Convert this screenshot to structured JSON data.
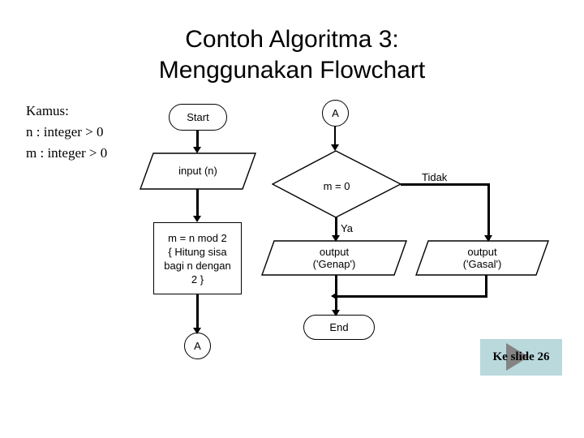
{
  "slide": {
    "title_lines": [
      "Contoh Algoritma 3:",
      "Menggunakan Flowchart"
    ],
    "background_color": "#ffffff"
  },
  "declaration_block": {
    "name": "kamus",
    "lines": [
      "Kamus:",
      "n : integer > 0",
      "m : integer > 0"
    ]
  },
  "flowchart": {
    "left_branch": {
      "start": {
        "label": "Start",
        "shape": "stadium"
      },
      "input": {
        "label": "input (n)",
        "shape": "parallelogram"
      },
      "process": {
        "label": "m = n mod 2\n{ Hitung sisa\nbagi n dengan\n2 }",
        "shape": "rectangle"
      },
      "connector_out": {
        "label": "A",
        "shape": "circle"
      }
    },
    "right_branch": {
      "connector_in": {
        "label": "A",
        "shape": "circle"
      },
      "decision": {
        "label": "m = 0",
        "shape": "diamond"
      },
      "yes_label": "Ya",
      "no_label": "Tidak",
      "output_true": {
        "label": "output\n('Genap')",
        "shape": "parallelogram"
      },
      "output_false": {
        "label": "output\n('Gasal')",
        "shape": "parallelogram"
      },
      "end": {
        "label": "End",
        "shape": "stadium"
      }
    },
    "line_color": "#000000",
    "shape_fill": "#ffffff"
  },
  "nav_button": {
    "label": "Ke slide 26",
    "icon": "play-triangle-icon",
    "background_color": "#b9d9dd",
    "icon_color": "#848484"
  }
}
